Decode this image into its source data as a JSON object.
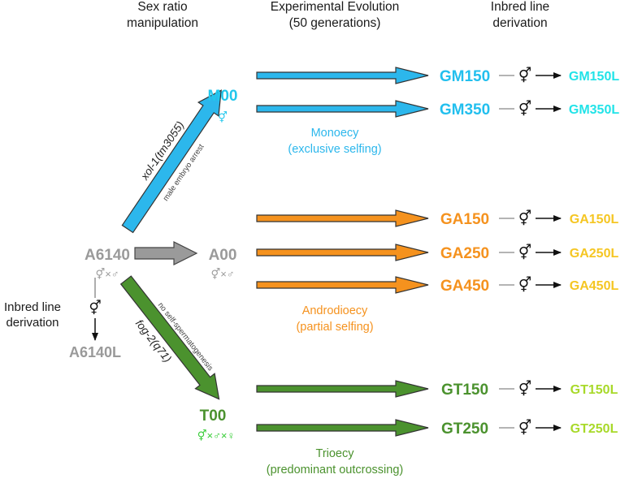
{
  "headers": {
    "sex_ratio_1": "Sex ratio",
    "sex_ratio_2": "manipulation",
    "evolution_1": "Experimental Evolution",
    "evolution_2": "(50 generations)",
    "inbred_1": "Inbred line",
    "inbred_2": "derivation"
  },
  "colors": {
    "monoecy": "#2cb7ec",
    "monoecy_light": "#22e3e8",
    "androdioecy": "#f5921e",
    "androdioecy_light": "#f5c623",
    "trioecy": "#4b922e",
    "trioecy_light": "#a8d92a",
    "ancestor": "#9a9a9a",
    "trioecy_symbol": "#33cc33"
  },
  "ancestor": {
    "label": "A6140",
    "symbols": "⚥×♂",
    "inbred_label_1": "Inbred line",
    "inbred_label_2": "derivation",
    "inbred_symbol": "⚥",
    "line": "A6140L"
  },
  "a00": {
    "label": "A00",
    "symbols": "⚥×♂"
  },
  "m00": {
    "label": "M00",
    "symbols": "⚥",
    "arrow_main": "xol-1(tm3055)",
    "arrow_sub": "male embryo arrest"
  },
  "t00": {
    "label": "T00",
    "symbols": "⚥×♂×♀",
    "arrow_main": "fog-2(q71)",
    "arrow_sub": "no self-spermatogenesis"
  },
  "monoecy": {
    "name": "Monoecy",
    "mode": "(exclusive selfing)",
    "rows": [
      {
        "pop": "GM150",
        "symbol": "⚥",
        "line": "GM150L"
      },
      {
        "pop": "GM350",
        "symbol": "⚥",
        "line": "GM350L"
      }
    ]
  },
  "androdioecy": {
    "name": "Androdioecy",
    "mode": "(partial selfing)",
    "rows": [
      {
        "pop": "GA150",
        "symbol": "⚥",
        "line": "GA150L"
      },
      {
        "pop": "GA250",
        "symbol": "⚥",
        "line": "GA250L"
      },
      {
        "pop": "GA450",
        "symbol": "⚥",
        "line": "GA450L"
      }
    ]
  },
  "trioecy": {
    "name": "Trioecy",
    "mode": "(predominant outcrossing)",
    "rows": [
      {
        "pop": "GT150",
        "symbol": "⚥",
        "line": "GT150L"
      },
      {
        "pop": "GT250",
        "symbol": "⚥",
        "line": "GT250L"
      }
    ]
  }
}
